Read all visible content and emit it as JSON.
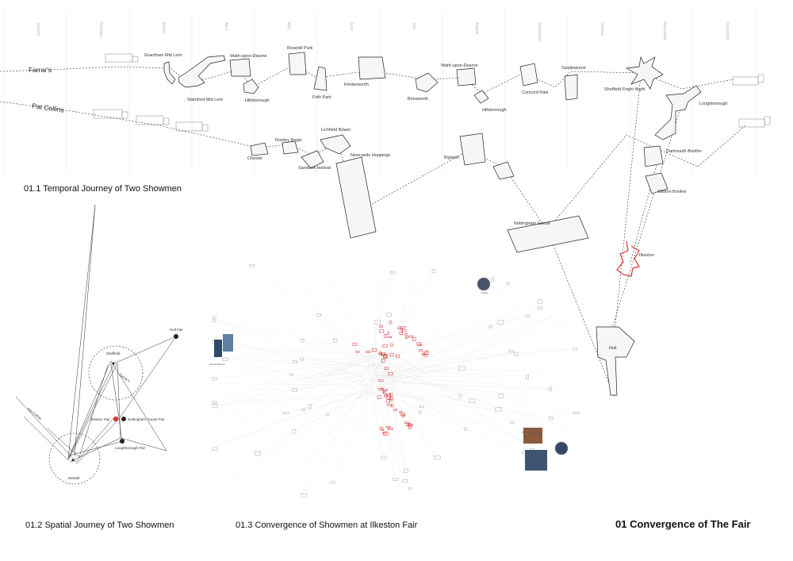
{
  "months": [
    "January",
    "February",
    "March",
    "April",
    "May",
    "June",
    "July",
    "August",
    "September",
    "October",
    "November",
    "December"
  ],
  "showmen": {
    "farrar": "Farrar's",
    "pat_collins": "Pat Collins"
  },
  "fairs_timeline": {
    "grantham": "Grantham Mid Lent",
    "stamford": "Stamford Mid Lent",
    "wath1": "Wath-upon-Dearne",
    "hillsborough1": "Hillsborough",
    "rosehill": "Rosehill Park",
    "firth": "Firth Park",
    "kimberworth": "Kimberworth",
    "brinsworth": "Brinsworth",
    "wath2": "Wath-upon-Dearne",
    "hillsborough2": "Hillsborough",
    "concord": "Concord Park",
    "swallownest": "Swallownest",
    "sheffield_fright": "Sheffield Fright Night",
    "loughborough": "Loughborough",
    "chester": "Chester",
    "rowley": "Rowley Regis",
    "lichfield": "Lichfield Bower",
    "sandwell": "Sandwell festival",
    "newcastle": "Newcastle Hoppings",
    "bigwich": "Bigwich",
    "nottingham": "Nottingham Goose",
    "dartmouth": "Dartmouth Bonfire",
    "bilston": "Bilston Bonfire",
    "ilkeston": "Ilkeston",
    "hull": "Hull"
  },
  "spatial": {
    "hull_fair": "Hull Fair",
    "sheffield": "Sheffield",
    "farrars": "Farrar's",
    "pat_collins": "Pat Collins",
    "ilkeston_fair": "Ilkeston Fair",
    "nottingham_goose_fair": "Nottingham Goose Fair",
    "loughborough_fair": "Loughborough Fair",
    "walsall": "Walsall"
  },
  "convergence": {
    "james_mellors": "James Mellors",
    "pat_collins_funfairs": "Pat Collins Funfairs",
    "ptm_roller": "r Roller"
  },
  "captions": {
    "c1": "01.1 Temporal Journey of Two Showmen",
    "c2": "01.2 Spatial Journey of Two Showmen",
    "c3": "01.3 Convergence of Showmen at Ilkeston Fair",
    "title": "01 Convergence of The Fair"
  },
  "colors": {
    "ink": "#222222",
    "ilkeston_red": "#d9383a",
    "faint": "#bbbbbb"
  }
}
